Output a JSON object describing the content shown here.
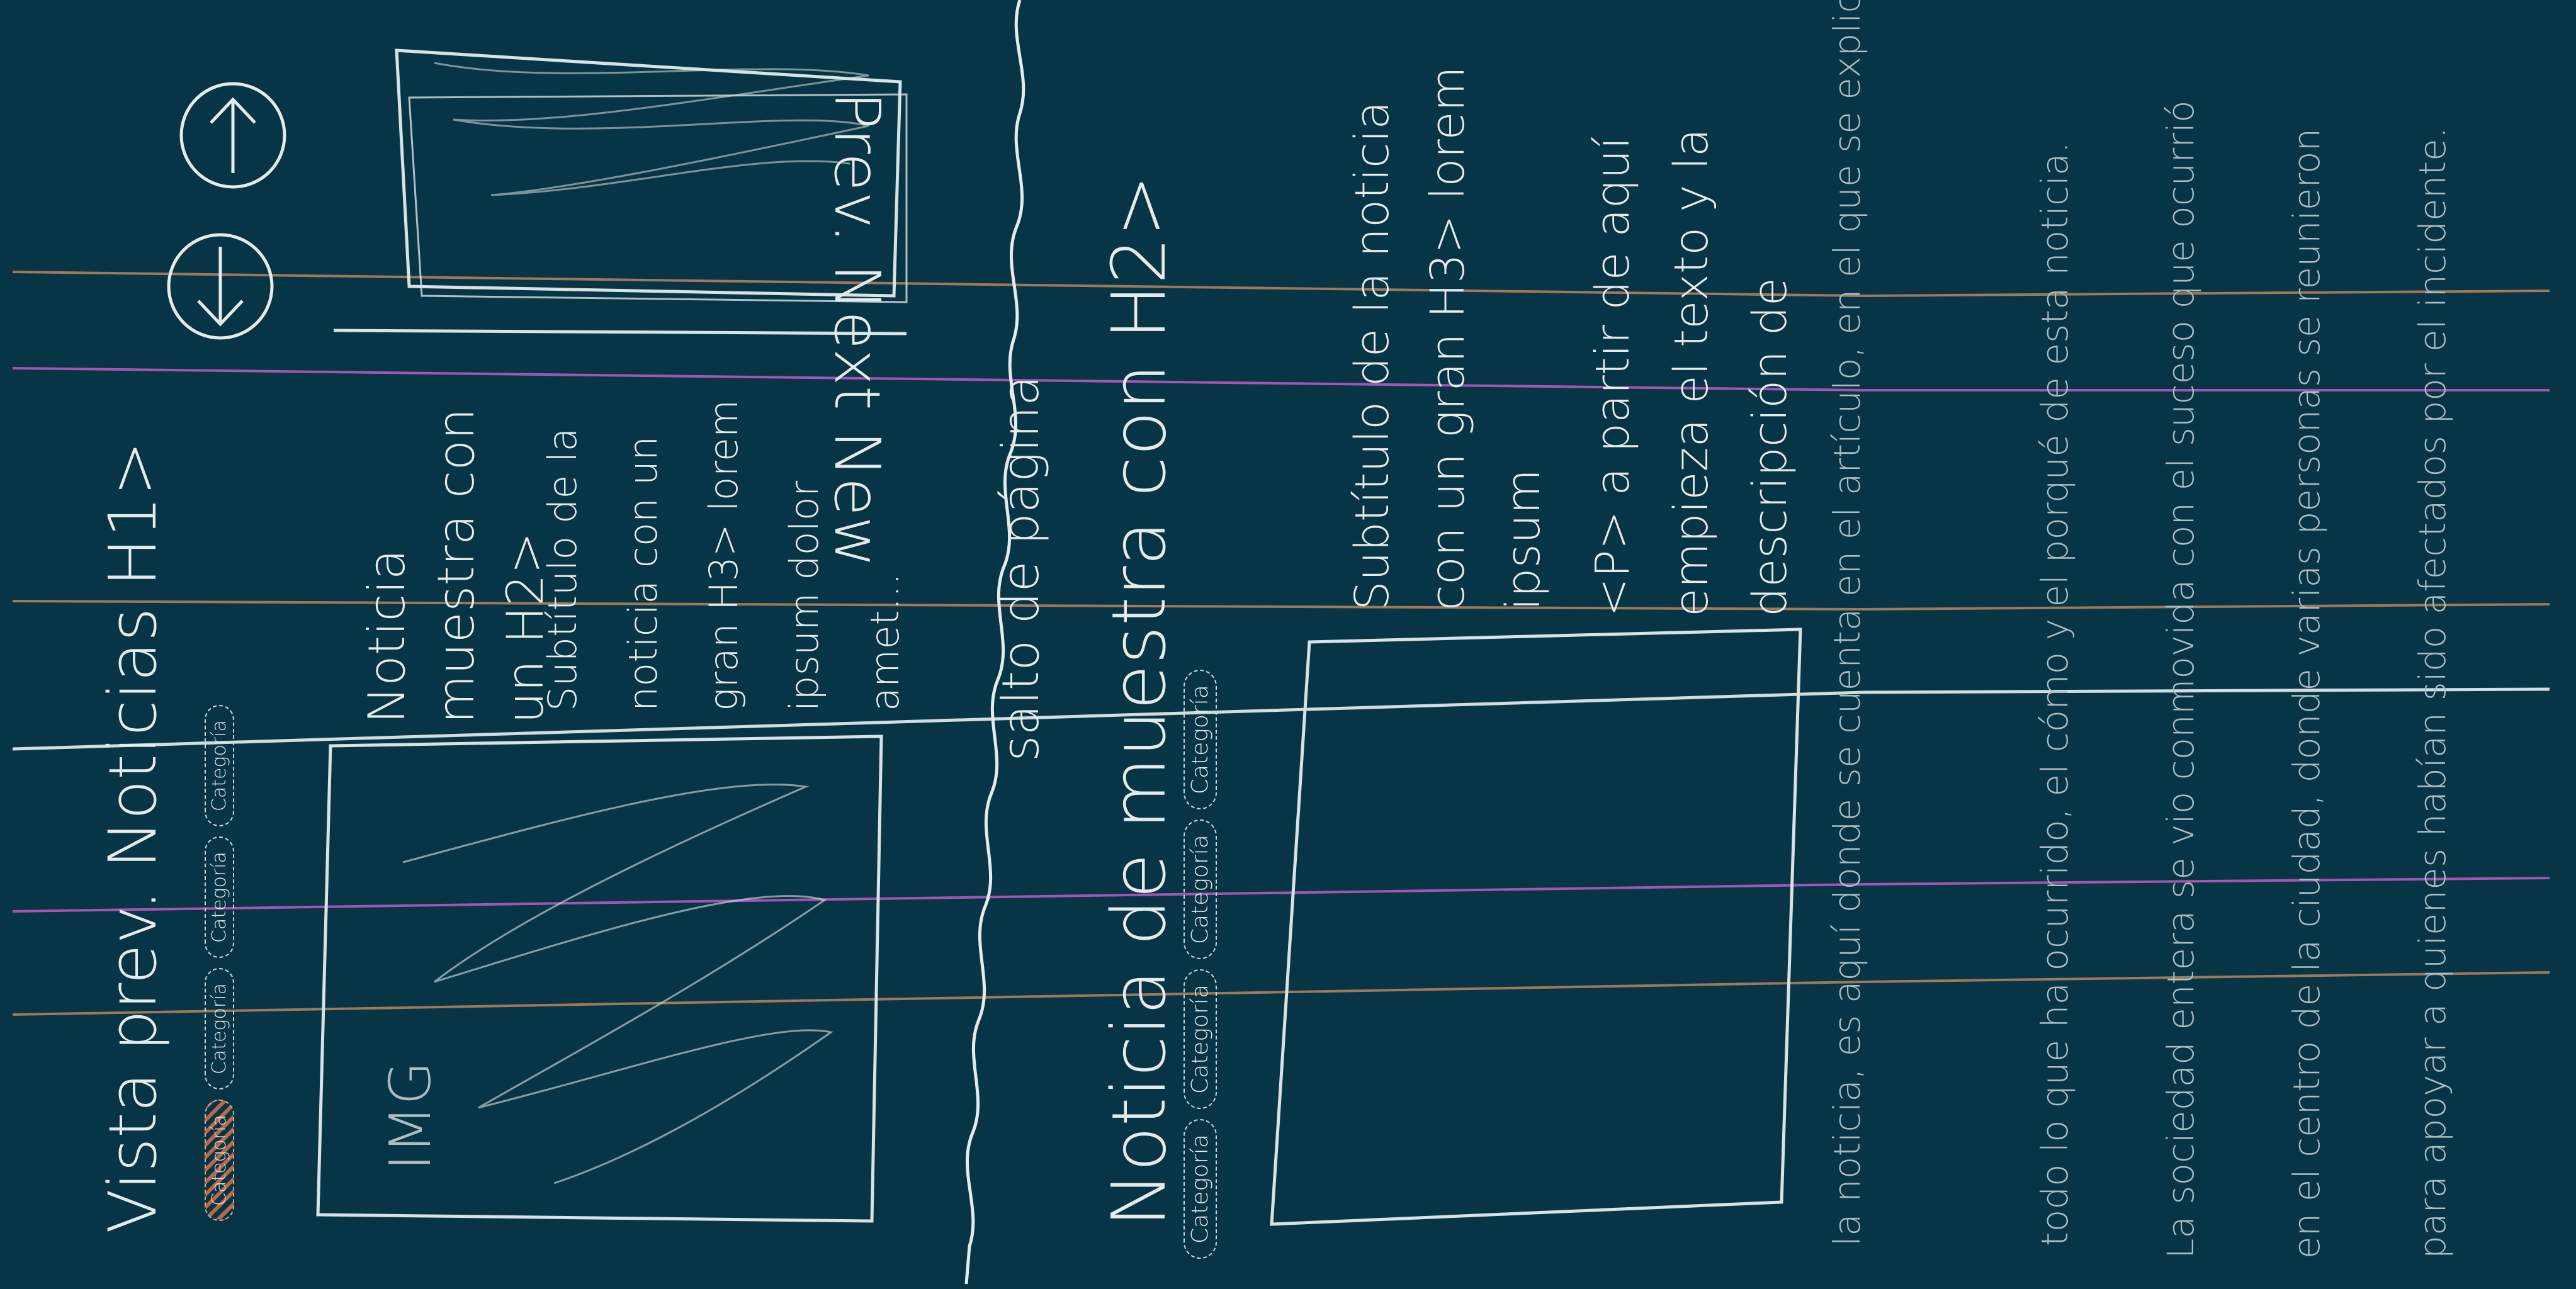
{
  "colors": {
    "background": "#083545",
    "chalk": "#e3ebec",
    "guide_orange": "#b8845c",
    "guide_pink": "#c05ac4",
    "guide_white": "#e8eef0",
    "chip_active": "#b56a4c"
  },
  "left_column": {
    "title": "Vista prev. Noticias H1>",
    "chips": [
      "Categoría",
      "Categoría",
      "Categoría",
      "Categoría"
    ],
    "image_label": "IMG",
    "card_title": "Noticia muestra con un H2>",
    "card_subtitle": "Subtítulo de la noticia con un gran H3> lorem ipsum dolor amet...",
    "footer_label": "Prev. Next New",
    "arrow_up_icon": "arrow-up-icon",
    "arrow_down_icon": "arrow-down-icon"
  },
  "page_break_label": "salto de página",
  "right_column": {
    "title": "Noticia de muestra con H2>",
    "chips": [
      "Categoría",
      "Categoría",
      "Categoría",
      "Categoría"
    ],
    "subtitle": "Subtítulo de la noticia con un gran H3> lorem ipsum",
    "body_intro": "<P> a partir de aquí empieza el texto y la descripción de",
    "body_lines": [
      "la noticia, es aquí donde se cuenta en el artículo, en el que se explica",
      "todo lo que ha ocurrido, el cómo y el porqué de esta noticia.",
      "La sociedad entera se vio conmovida con el suceso que ocurrió",
      "en el centro de la ciudad, donde varias personas se reunieron",
      "para apoyar a quienes habían sido afectados por el incidente."
    ]
  }
}
